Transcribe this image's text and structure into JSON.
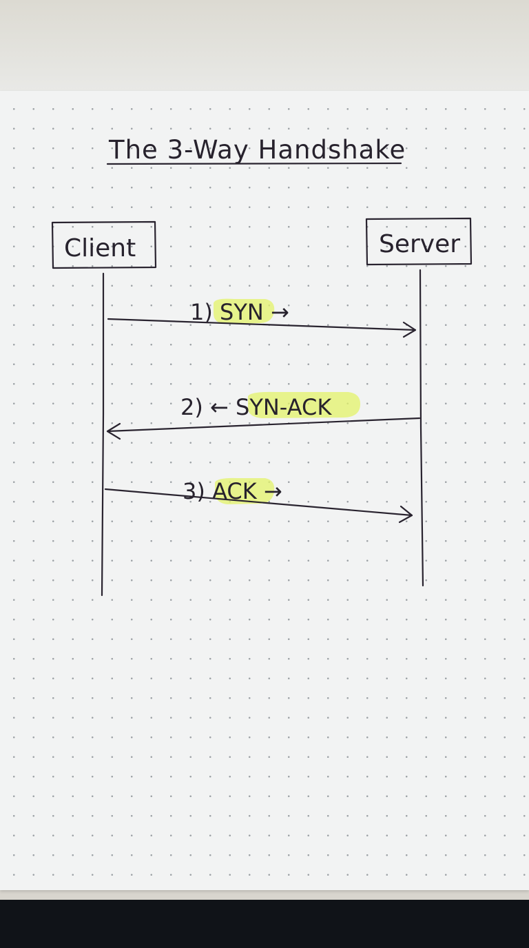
{
  "diagram": {
    "title": "The 3-Way Handshake",
    "client_label": "Client",
    "server_label": "Server",
    "messages": [
      {
        "label": "1) SYN →"
      },
      {
        "label": "2) ← SYN-ACK"
      },
      {
        "label": "3) ACK →"
      }
    ],
    "colors": {
      "ink": "#29232f",
      "highlight": "#e3f36a",
      "paper": "#f2f3f3"
    }
  }
}
